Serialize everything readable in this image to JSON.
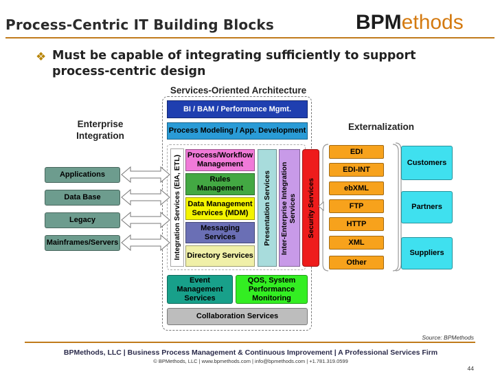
{
  "slide": {
    "title": "Process-Centric IT Building Blocks",
    "logo_bold": "BPM",
    "logo_rest": "ethods",
    "bullet": "Must be capable of integrating sufficiently to support process-centric design",
    "bullet_line1": "Must be capable of integrating sufficiently to support",
    "bullet_line2": "process-centric design",
    "source": "Source: BPMethods",
    "footer_main": "BPMethods, LLC | Business Process Management & Continuous Improvement | A Professional Services Firm",
    "footer_sub": "© BPMethods, LLC   |   www.bpmethods.com   |   info@bpmethods.com   |   +1.781.319.0599",
    "page_number": "44"
  },
  "diagram": {
    "soa_title": "Services-Oriented Architecture",
    "enterprise_integration": "Enterprise Integration",
    "externalization": "Externalization",
    "left_systems": [
      "Applications",
      "Data Base",
      "Legacy",
      "Mainframes/Servers"
    ],
    "top_layers": {
      "bi": "BI / BAM / Performance Mgmt.",
      "modeling": "Process Modeling / App. Development"
    },
    "integration_services": "Integration Services (EIA, ETL)",
    "core_services": {
      "workflow": "Process/Workflow Management",
      "rules": "Rules Management",
      "data": "Data Management Services (MDM)",
      "messaging": "Messaging Services",
      "directory": "Directory Services"
    },
    "vertical_services": {
      "presentation": "Presentation Services",
      "inter_enterprise": "Inter-Enterprise Integration Services",
      "security": "Security Services"
    },
    "bottom_layers": {
      "event": "Event Management Services",
      "qos": "QOS, System Performance Monitoring",
      "collaboration": "Collaboration Services"
    },
    "protocols": [
      "EDI",
      "EDI-INT",
      "ebXML",
      "FTP",
      "HTTP",
      "XML",
      "Other"
    ],
    "partners": [
      "Customers",
      "Partners",
      "Suppliers"
    ],
    "colors": {
      "bi": "#1f3fb0",
      "modeling": "#2a9bd6",
      "workflow": "#f07ad8",
      "rules": "#43a843",
      "data": "#f4f400",
      "messaging": "#6a6fb5",
      "directory": "#f0f0a8",
      "presentation": "#a8dcdc",
      "inter_enterprise": "#c89ae8",
      "security": "#ee1c1c",
      "event": "#18a08a",
      "qos": "#33ee22",
      "collaboration": "#bdbdbd",
      "protocols": "#f7a21c",
      "partners": "#3fe0ef",
      "left_systems": "#6d9c8e"
    }
  }
}
